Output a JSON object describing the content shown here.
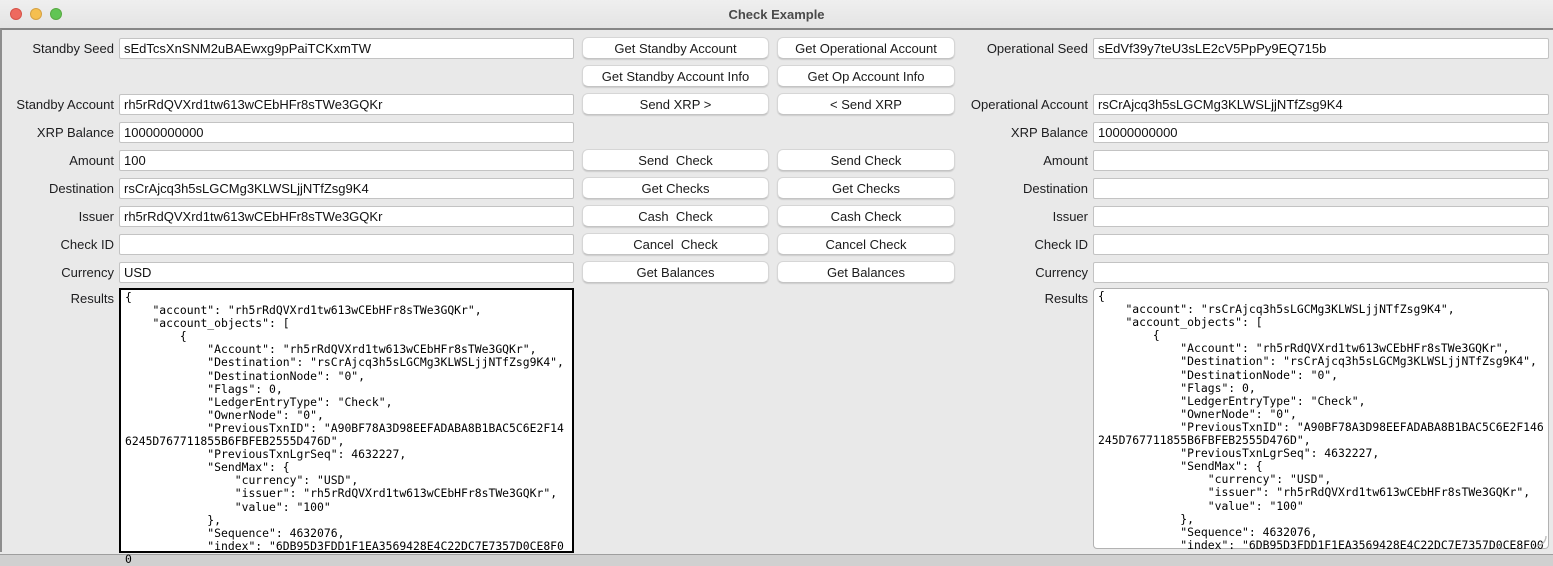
{
  "window": {
    "title": "Check Example"
  },
  "colors": {
    "close_red": "#ee6a5f",
    "minimize_yellow": "#f5bf4f",
    "zoom_green": "#61c554",
    "results_focus_border": "#000000"
  },
  "buttons": {
    "standby": [
      "Get Standby Account",
      "Get Standby Account Info",
      "Send XRP >",
      "Send  Check",
      "Get Checks",
      "Cash  Check",
      "Cancel  Check",
      "Get Balances"
    ],
    "operational": [
      "Get Operational Account",
      "Get Op Account Info",
      "< Send XRP",
      "Send Check",
      "Get Checks",
      "Cash Check",
      "Cancel Check",
      "Get Balances"
    ]
  },
  "standby": {
    "seed_label": "Standby Seed",
    "seed": "sEdTcsXnSNM2uBAEwxg9pPaiTCKxmTW",
    "account_label": "Standby Account",
    "account": "rh5rRdQVXrd1tw613wCEbHFr8sTWe3GQKr",
    "balance_label": "XRP Balance",
    "balance": "10000000000",
    "amount_label": "Amount",
    "amount": "100",
    "destination_label": "Destination",
    "destination": "rsCrAjcq3h5sLGCMg3KLWSLjjNTfZsg9K4",
    "issuer_label": "Issuer",
    "issuer": "rh5rRdQVXrd1tw613wCEbHFr8sTWe3GQKr",
    "check_id_label": "Check ID",
    "check_id": "",
    "currency_label": "Currency",
    "currency": "USD",
    "results_label": "Results",
    "results": [
      "{",
      "    \"account\": \"rh5rRdQVXrd1tw613wCEbHFr8sTWe3GQKr\",",
      "    \"account_objects\": [",
      "        {",
      "            \"Account\": \"rh5rRdQVXrd1tw613wCEbHFr8sTWe3GQKr\",",
      "            \"Destination\": \"rsCrAjcq3h5sLGCMg3KLWSLjjNTfZsg9K4\",",
      "            \"DestinationNode\": \"0\",",
      "            \"Flags\": 0,",
      "            \"LedgerEntryType\": \"Check\",",
      "            \"OwnerNode\": \"0\",",
      "            \"PreviousTxnID\": \"A90BF78A3D98EEFADABA8B1BAC5C6E2F146245D767711855B6FBFEB2555D476D\",",
      "            \"PreviousTxnLgrSeq\": 4632227,",
      "            \"SendMax\": {",
      "                \"currency\": \"USD\",",
      "                \"issuer\": \"rh5rRdQVXrd1tw613wCEbHFr8sTWe3GQKr\",",
      "                \"value\": \"100\"",
      "            },",
      "            \"Sequence\": 4632076,",
      "            \"index\": \"6DB95D3FDD1F1EA3569428E4C22DC7E7357D0CE8F00"
    ]
  },
  "operational": {
    "seed_label": "Operational Seed",
    "seed": "sEdVf39y7teU3sLE2cV5PpPy9EQ715b",
    "account_label": "Operational Account",
    "account": "rsCrAjcq3h5sLGCMg3KLWSLjjNTfZsg9K4",
    "balance_label": "XRP Balance",
    "balance": "10000000000",
    "amount_label": "Amount",
    "amount": "",
    "destination_label": "Destination",
    "destination": "",
    "issuer_label": "Issuer",
    "issuer": "",
    "check_id_label": "Check ID",
    "check_id": "",
    "currency_label": "Currency",
    "currency": "",
    "results_label": "Results",
    "results": [
      "{",
      "    \"account\": \"rsCrAjcq3h5sLGCMg3KLWSLjjNTfZsg9K4\",",
      "    \"account_objects\": [",
      "        {",
      "            \"Account\": \"rh5rRdQVXrd1tw613wCEbHFr8sTWe3GQKr\",",
      "            \"Destination\": \"rsCrAjcq3h5sLGCMg3KLWSLjjNTfZsg9K4\",",
      "            \"DestinationNode\": \"0\",",
      "            \"Flags\": 0,",
      "            \"LedgerEntryType\": \"Check\",",
      "            \"OwnerNode\": \"0\",",
      "            \"PreviousTxnID\": \"A90BF78A3D98EEFADABA8B1BAC5C6E2F146245D767711855B6FBFEB2555D476D\",",
      "            \"PreviousTxnLgrSeq\": 4632227,",
      "            \"SendMax\": {",
      "                \"currency\": \"USD\",",
      "                \"issuer\": \"rh5rRdQVXrd1tw613wCEbHFr8sTWe3GQKr\",",
      "                \"value\": \"100\"",
      "            },",
      "            \"Sequence\": 4632076,",
      "            \"index\": \"6DB95D3FDD1F1EA3569428E4C22DC7E7357D0CE8F00"
    ]
  }
}
